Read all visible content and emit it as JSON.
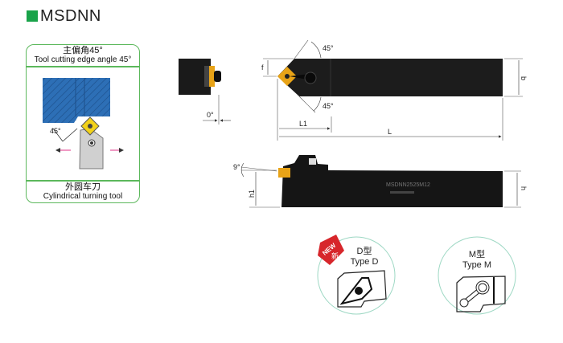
{
  "header": {
    "title": "MSDNN",
    "accent": "#1aa34a"
  },
  "card": {
    "title_cn": "主偏角45°",
    "title_en": "Tool cutting edge angle 45°",
    "angle_label": "45°",
    "footer_cn": "外圆车刀",
    "footer_en": "Cylindrical turning tool",
    "border_color": "#5cb85c",
    "workpiece_color": "#2d6fb6"
  },
  "drawing": {
    "end_view_angle": "0°",
    "top_angle_upper": "45°",
    "top_angle_lower": "45°",
    "dim_f": "f",
    "dim_L1": "L1",
    "dim_L": "L",
    "dim_b": "b",
    "side_angle": "9°",
    "dim_h1": "h1",
    "dim_h": "h",
    "marking": "MSDNN2525M12",
    "insert_color": "#e8a317"
  },
  "types": [
    {
      "cn": "D型",
      "en": "Type D",
      "badge_en": "NEW",
      "badge_cn": "新"
    },
    {
      "cn": "M型",
      "en": "Type M"
    }
  ]
}
